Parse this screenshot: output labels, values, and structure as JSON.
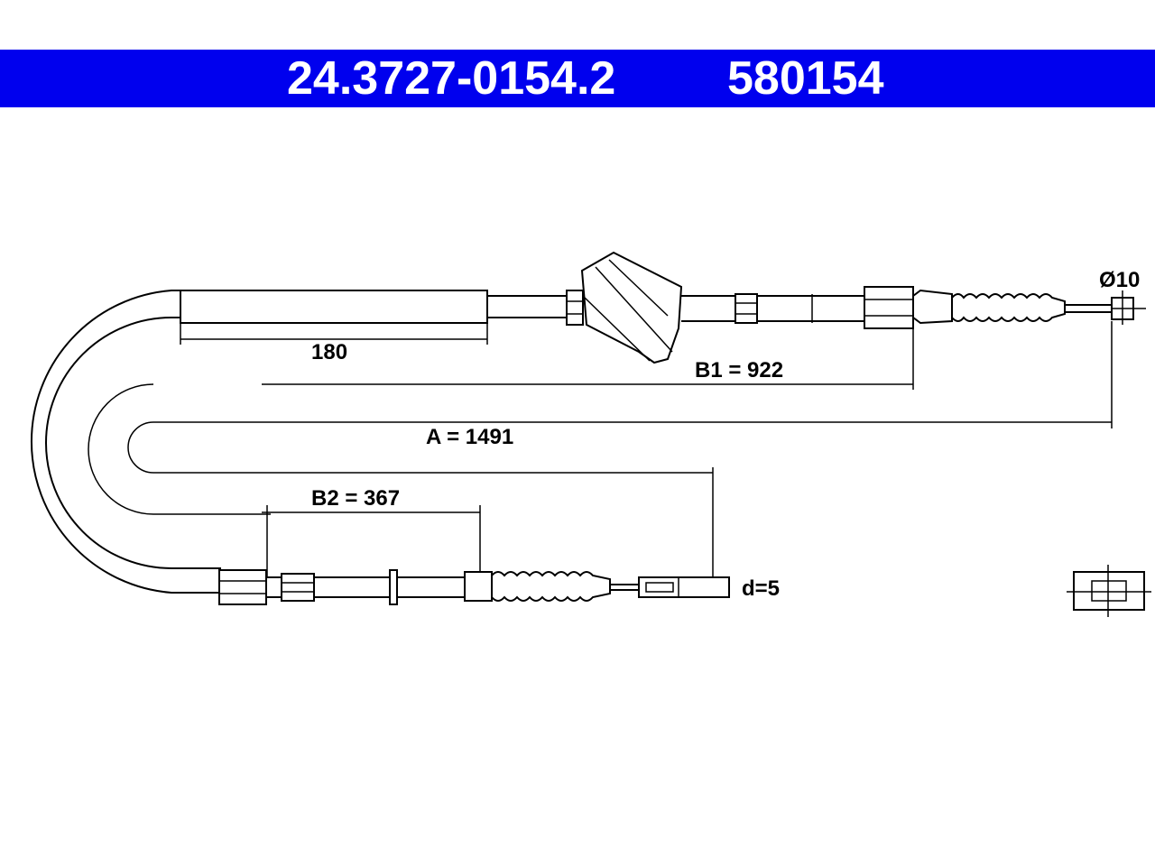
{
  "header": {
    "part_number": "24.3727-0154.2",
    "ref_number": "580154",
    "background_color": "#0000ee",
    "text_color": "#ffffff"
  },
  "dimensions": {
    "sleeve_length": "180",
    "b1": "B1 = 922",
    "total_a": "A = 1491",
    "b2": "B2 = 367",
    "end_diameter": "Ø10",
    "end_width": "d=5"
  }
}
